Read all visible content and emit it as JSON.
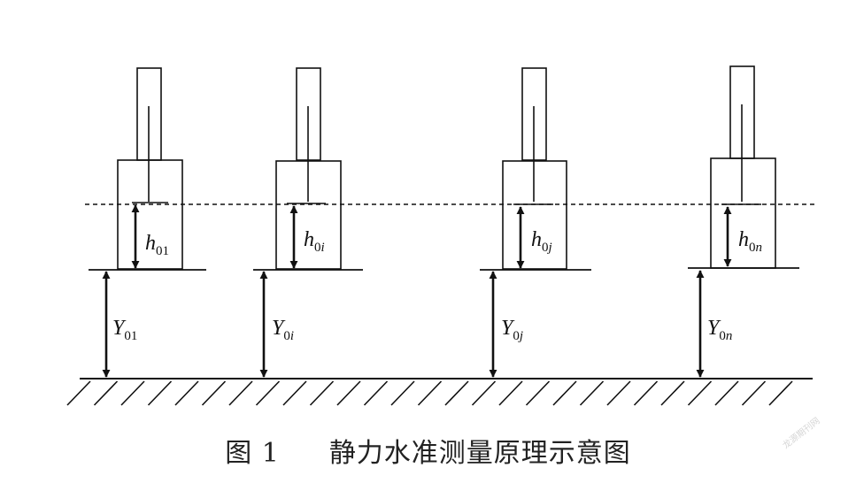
{
  "caption": {
    "figure_number": "图 1",
    "title": "静力水准测量原理示意图"
  },
  "watermark": "龙源期刊网",
  "units": [
    {
      "h_label": {
        "base": "h",
        "sub": "01"
      },
      "y_label": {
        "base": "Y",
        "sub": "01"
      }
    },
    {
      "h_label": {
        "base": "h",
        "sub": "0",
        "sub_italic": "i"
      },
      "y_label": {
        "base": "Y",
        "sub": "0",
        "sub_italic": "i"
      }
    },
    {
      "h_label": {
        "base": "h",
        "sub": "0",
        "sub_italic": "j"
      },
      "y_label": {
        "base": "Y",
        "sub": "0",
        "sub_italic": "j"
      }
    },
    {
      "h_label": {
        "base": "h",
        "sub": "0",
        "sub_italic": "n"
      },
      "y_label": {
        "base": "Y",
        "sub": "0",
        "sub_italic": "n"
      }
    }
  ]
}
